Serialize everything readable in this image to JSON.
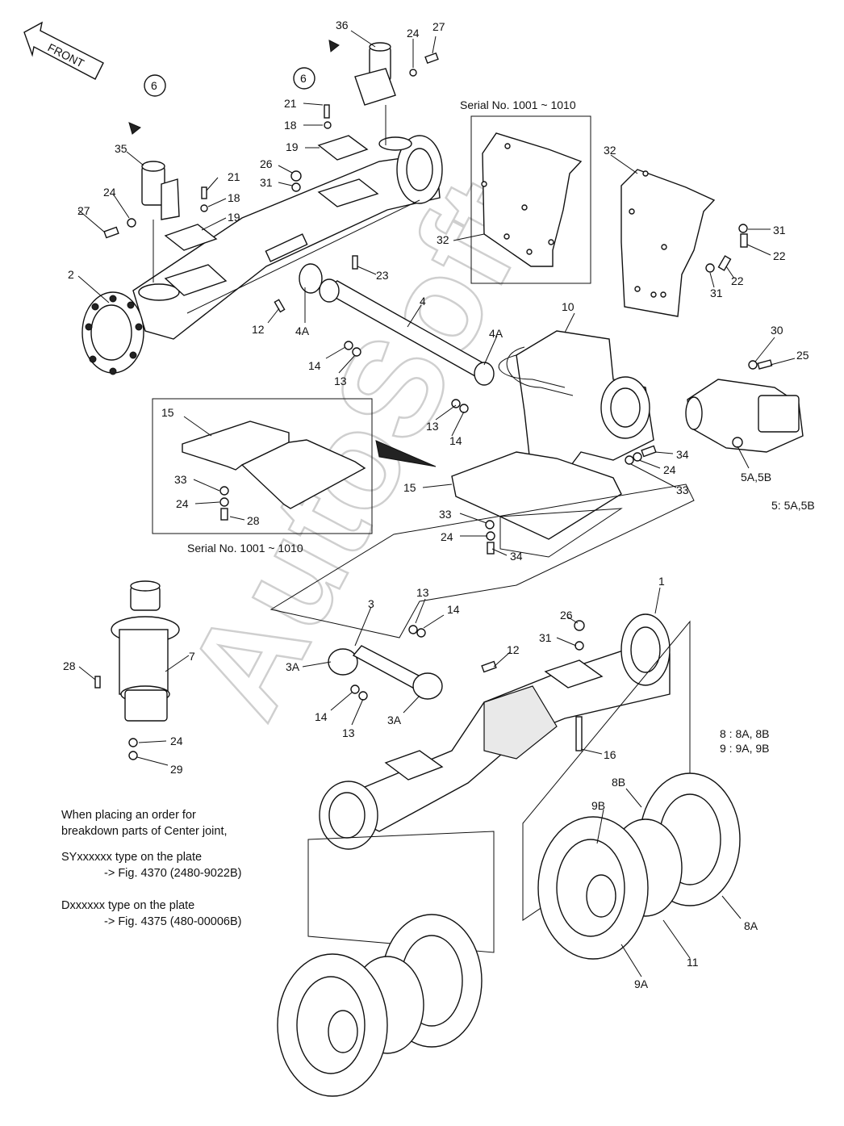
{
  "front_label": "FRONT",
  "refs": {
    "ref_left": "6",
    "ref_right": "6"
  },
  "inset_labels": {
    "bracket_serial": "Serial No. 1001 ~ 1010",
    "guard_serial": "Serial No. 1001 ~ 1010"
  },
  "legend": {
    "motor": "5: 5A,5B",
    "wheels_8": "8 : 8A, 8B",
    "wheels_9": "9 : 9A, 9B"
  },
  "order_note": {
    "line1": "When placing an order for",
    "line2": "breakdown parts of Center joint,",
    "line3": "SYxxxxxx type on the plate",
    "line4": "-> Fig. 4370 (2480-9022B)",
    "line5": "Dxxxxxx type on the plate",
    "line6": "-> Fig. 4375 (480-00006B)"
  },
  "watermark": "AutoSoft",
  "callouts": {
    "c36": "36",
    "c24a": "24",
    "c27a": "27",
    "c21a": "21",
    "c18a": "18",
    "c19a": "19",
    "c26a": "26",
    "c31a": "31",
    "c35": "35",
    "c24b": "24",
    "c27b": "27",
    "c21b": "21",
    "c18b": "18",
    "c19b": "19",
    "c2": "2",
    "c23": "23",
    "c12a": "12",
    "c4A_a": "4A",
    "c4": "4",
    "c14a": "14",
    "c13a": "13",
    "c4A_b": "4A",
    "c10": "10",
    "c32a": "32",
    "c32b": "32",
    "c31b": "31",
    "c22a": "22",
    "c22b": "22",
    "c31c": "31",
    "c30": "30",
    "c25": "25",
    "c13b": "13",
    "c14b": "14",
    "c34a": "34",
    "c24c": "24",
    "c33a": "33",
    "c5A": "5A,5B",
    "c15a": "15",
    "c33b": "33",
    "c24d": "24",
    "c28a": "28",
    "c15b": "15",
    "c33c": "33",
    "c24e": "24",
    "c34b": "34",
    "c1": "1",
    "c3": "3",
    "c13c": "13",
    "c14c": "14",
    "c26b": "26",
    "c31d": "31",
    "c12b": "12",
    "c3A_a": "3A",
    "c14d": "14",
    "c13d": "13",
    "c3A_b": "3A",
    "c16": "16",
    "c7": "7",
    "c28b": "28",
    "c24f": "24",
    "c29": "29",
    "c8B": "8B",
    "c9B": "9B",
    "c8A": "8A",
    "c11": "11",
    "c9A": "9A"
  }
}
